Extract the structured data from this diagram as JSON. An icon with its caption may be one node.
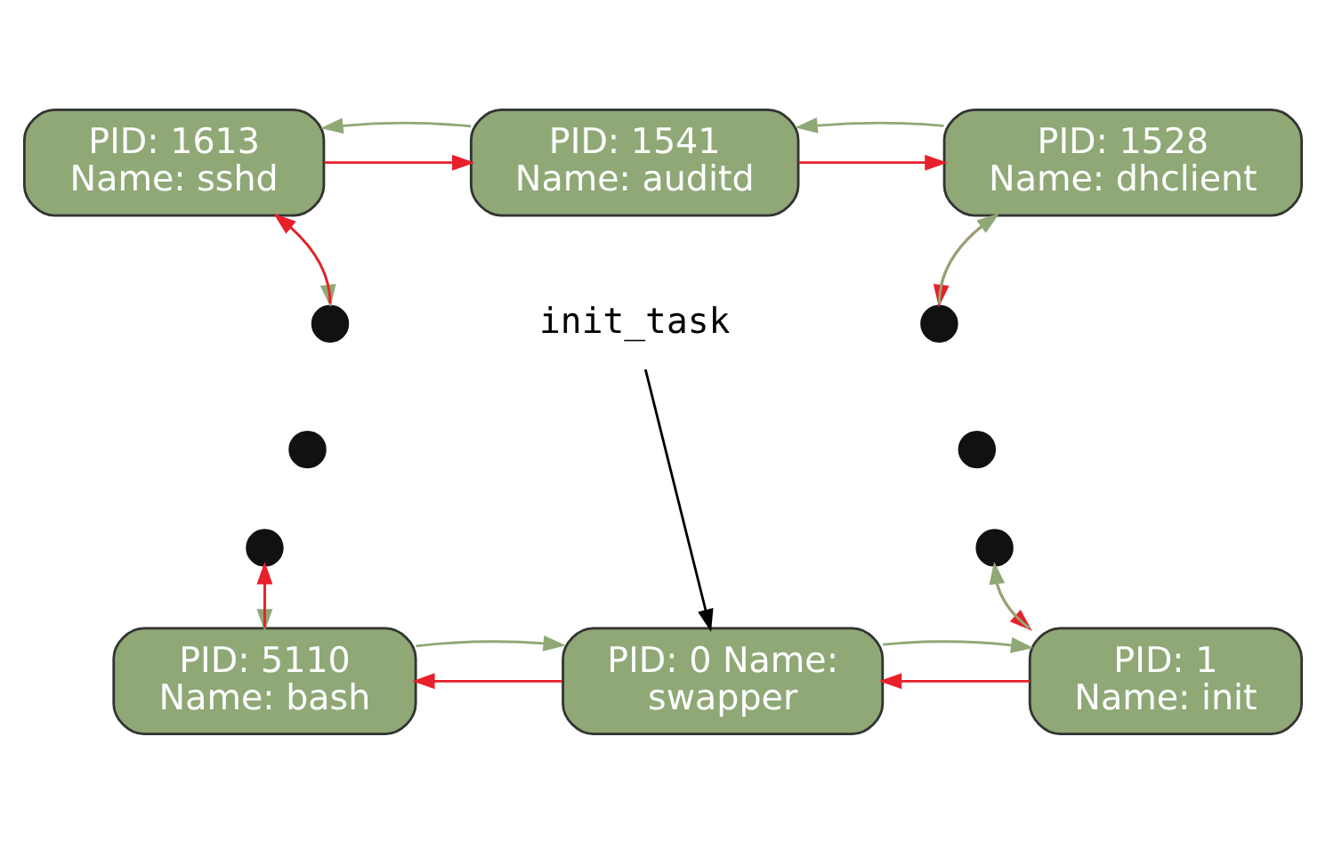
{
  "diagram": {
    "nodes": [
      {
        "text": [
          "PID: 1613 Name: sshd"
        ]
      },
      {
        "text": [
          "PID: 1541 Name: auditd"
        ]
      },
      {
        "text": [
          "PID: 1528 Name: dhclient"
        ]
      },
      {
        "text": [],
        "shape": "circle"
      },
      {
        "text": [],
        "shape": "circle"
      },
      {
        "text": [
          "init_task"
        ]
      },
      {
        "text": [],
        "shape": "circle"
      },
      {
        "text": [],
        "shape": "circle"
      },
      {
        "text": [],
        "shape": "circle"
      },
      {
        "text": [],
        "shape": "circle"
      },
      {
        "text": [
          "PID: 5110 Name: bash"
        ]
      },
      {
        "text": [
          "PID: 0 Name: swapper"
        ]
      },
      {
        "text": [
          "PID: 1 Name: init"
        ]
      }
    ],
    "edges": [
      {
        "from": 0,
        "to": 1,
        "arrow": "to",
        "color": "#e8202a"
      },
      {
        "from": 1,
        "to": 0,
        "arrow": "to",
        "color": "#8fa876"
      },
      {
        "from": 1,
        "to": 2,
        "arrow": "to",
        "color": "#e8202a"
      },
      {
        "from": 2,
        "to": 1,
        "arrow": "to",
        "color": "#8fa876"
      },
      {
        "from": 2,
        "to": 4,
        "arrow": "to",
        "color": "#e8202a"
      },
      {
        "from": 4,
        "to": 2,
        "arrow": "to",
        "color": "#8fa876"
      },
      {
        "from": 9,
        "to": 12,
        "arrow": "to",
        "color": "#e8202a"
      },
      {
        "from": 12,
        "to": 9,
        "arrow": "to",
        "color": "#8fa876"
      },
      {
        "from": 12,
        "to": 11,
        "arrow": "to",
        "color": "#e8202a"
      },
      {
        "from": 11,
        "to": 12,
        "arrow": "to",
        "color": "#8fa876"
      },
      {
        "from": 11,
        "to": 10,
        "arrow": "to",
        "color": "#e8202a"
      },
      {
        "from": 10,
        "to": 11,
        "arrow": "to",
        "color": "#8fa876"
      },
      {
        "from": 10,
        "to": 8,
        "arrow": "to",
        "color": "#e8202a"
      },
      {
        "from": 8,
        "to": 10,
        "arrow": "to",
        "color": "#8fa876"
      },
      {
        "from": 3,
        "to": 0,
        "arrow": "to",
        "color": "#e8202a"
      },
      {
        "from": 0,
        "to": 3,
        "arrow": "to",
        "color": "#8fa876"
      },
      {
        "from": 5,
        "to": 11,
        "arrow": "to",
        "color": "#000000"
      }
    ]
  }
}
